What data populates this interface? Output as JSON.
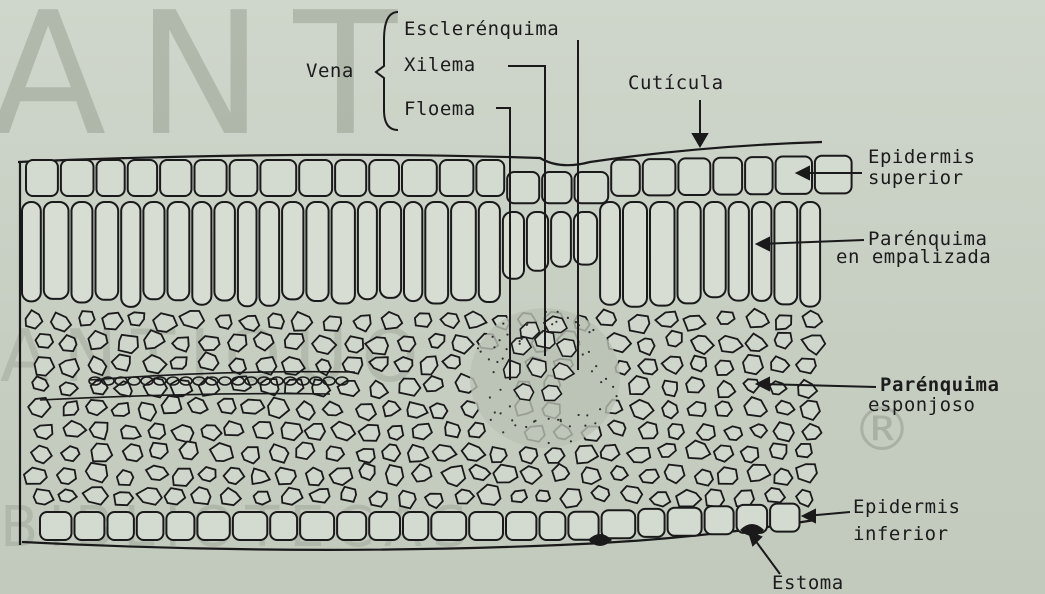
{
  "diagram": {
    "labels": {
      "vena": "Vena",
      "esclerenquima": "Esclerénquima",
      "xilema": "Xilema",
      "floema": "Floema",
      "cuticula": "Cutícula",
      "epidermis_superior_1": "Epidermis",
      "epidermis_superior_2": "superior",
      "parenquima_empalizada_1": "Parénquima",
      "parenquima_empalizada_2": "en empalizada",
      "parenquima_esponjoso_1": "Parénquima",
      "parenquima_esponjoso_2": "esponjoso",
      "epidermis_inferior_1": "Epidermis",
      "epidermis_inferior_2": "inferior",
      "estoma": "Estoma"
    },
    "watermarks": {
      "top": "ANT",
      "middle": "ANTIQUO",
      "bottom": "BIBLIOTECAS",
      "registered": "®"
    }
  }
}
